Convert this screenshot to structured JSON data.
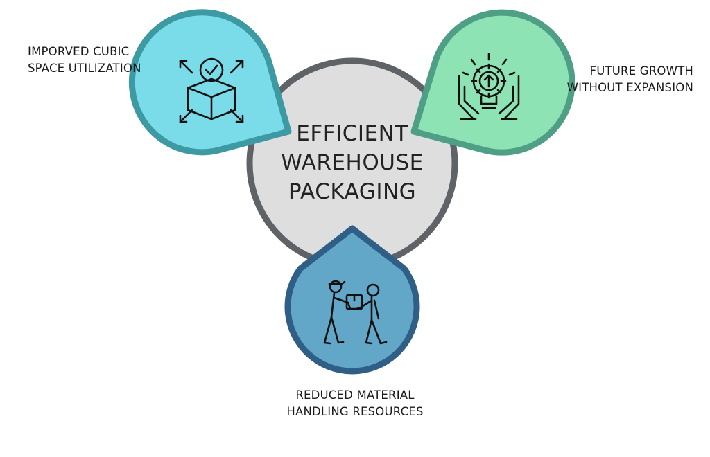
{
  "center": {
    "lines": [
      "EFFICIENT",
      "WAREHOUSE",
      "PACKAGING"
    ]
  },
  "items": [
    {
      "id": "cubic-space",
      "lines": [
        "IMPORVED CUBIC",
        "SPACE UTILIZATION"
      ],
      "icon": "box-expand-check-icon",
      "fill": "#7adbe9",
      "stroke": "#3d9aa3"
    },
    {
      "id": "future-growth",
      "lines": [
        "FUTURE GROWTH",
        "WITHOUT EXPANSION"
      ],
      "icon": "hands-lightbulb-gear-icon",
      "fill": "#8ee3b4",
      "stroke": "#4e9f86"
    },
    {
      "id": "material-handling",
      "lines": [
        "REDUCED MATERIAL",
        "HANDLING RESOURCES"
      ],
      "icon": "workers-handing-box-icon",
      "fill": "#63a7c8",
      "stroke": "#2f5f86"
    }
  ],
  "colors": {
    "center_fill": "#dedede",
    "center_stroke": "#5f6368"
  }
}
